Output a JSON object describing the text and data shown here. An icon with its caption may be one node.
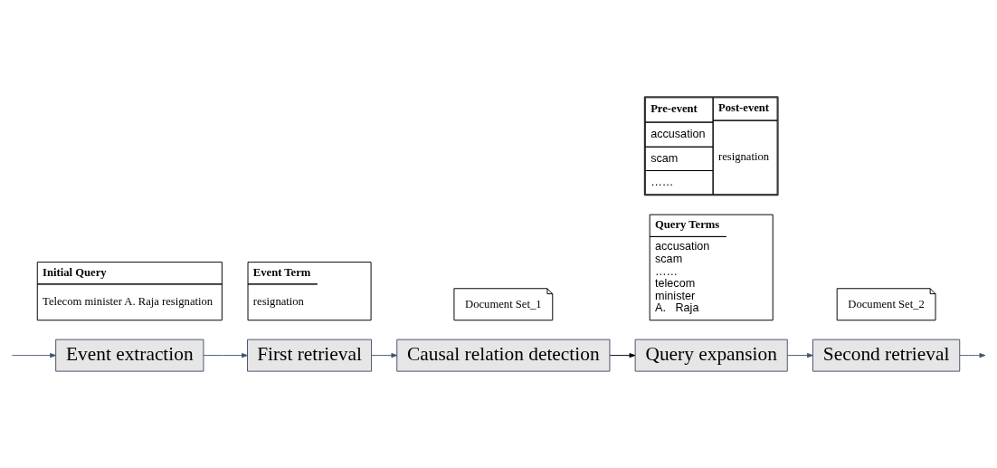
{
  "diagram": {
    "nodes": [
      {
        "text": [
          "Initial Query",
          "Telecom minister A. Raja resignation"
        ]
      },
      {
        "text": [
          "Event Term",
          "resignation"
        ]
      },
      {
        "text": [
          "Document Set_1"
        ]
      },
      {
        "text": [
          "Event extraction"
        ]
      },
      {
        "text": [
          "First retrieval"
        ]
      },
      {
        "text": [
          "Causal relation detection"
        ]
      },
      {
        "text": [
          "Pre-event",
          "accusation",
          "scam",
          "……",
          "Post-event",
          "resignation"
        ]
      },
      {
        "text": [
          "Query Terms",
          "accusation",
          "scam",
          "……",
          "telecom",
          "minister",
          "A.   Raja"
        ]
      },
      {
        "text": [
          "Document Set_2"
        ]
      },
      {
        "text": [
          "Query expansion"
        ]
      },
      {
        "text": [
          "Second retrieval"
        ]
      }
    ],
    "edges": [
      {
        "from": null,
        "to": 3,
        "arrow": "to"
      },
      {
        "from": 3,
        "to": 4,
        "arrow": "to"
      },
      {
        "from": 4,
        "to": 5,
        "arrow": "to"
      },
      {
        "from": 5,
        "to": 9,
        "arrow": "to",
        "color": "#000000"
      },
      {
        "from": 9,
        "to": 10,
        "arrow": "to"
      },
      {
        "from": 10,
        "to": null,
        "arrow": "to"
      }
    ]
  }
}
